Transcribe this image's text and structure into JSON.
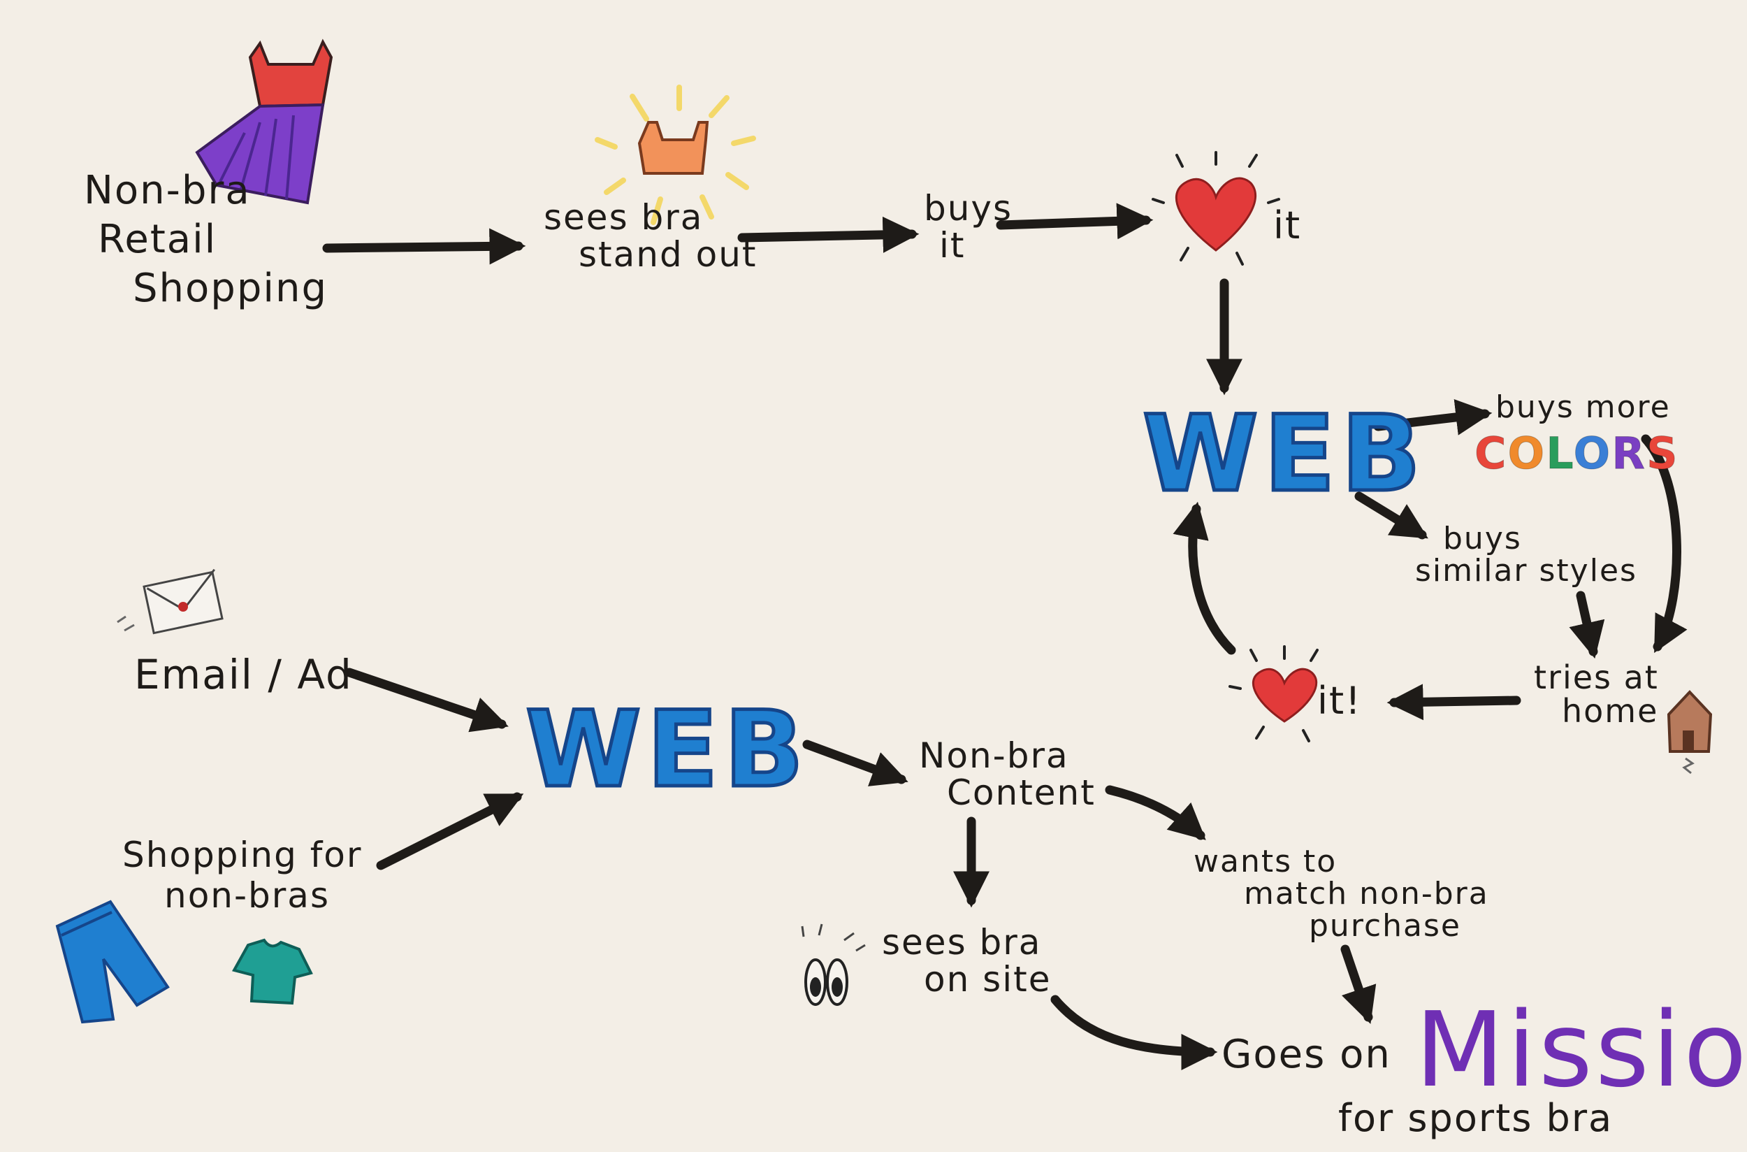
{
  "nodes": {
    "non_bra_retail": [
      "Non-bra",
      "Retail",
      "Shopping"
    ],
    "sees_bra_stand_out": [
      "sees bra",
      "stand out"
    ],
    "buys_it": [
      "buys",
      "it"
    ],
    "heart_it_top": "it",
    "web_top": "WEB",
    "buys_more": "buys more",
    "colors_word": [
      "C",
      "O",
      "L",
      "O",
      "R",
      "S"
    ],
    "buys_similar": [
      "buys",
      "similar styles"
    ],
    "tries_at_home": [
      "tries at",
      "home"
    ],
    "heart_it_bottom": "it!",
    "email_ad": "Email / Ad",
    "shopping_non_bras": [
      "Shopping for",
      "non-bras"
    ],
    "web_bottom": "WEB",
    "non_bra_content": [
      "Non-bra",
      "Content"
    ],
    "wants_to_match": [
      "wants to",
      "match non-bra",
      "purchase"
    ],
    "sees_bra_on_site": [
      "sees bra",
      "on site"
    ],
    "goes_on": "Goes on",
    "mission": "Mission",
    "for_sports_bra": "for sports bra"
  },
  "colors": {
    "ink": "#1e1b18",
    "web_fill": "#1f7fd0",
    "web_stroke": "#15458a",
    "mission": "#6f2fb4",
    "heart": "#e23a3a",
    "colors_palette": [
      "#e8463a",
      "#f08a2c",
      "#2a9d5c",
      "#3a7fd6",
      "#7a3fc2",
      "#e8463a"
    ]
  },
  "icons": [
    "dress-icon",
    "sun-bra-icon",
    "heart-icon",
    "envelope-icon",
    "jeans-icon",
    "tshirt-icon",
    "eyes-icon",
    "house-icon"
  ]
}
